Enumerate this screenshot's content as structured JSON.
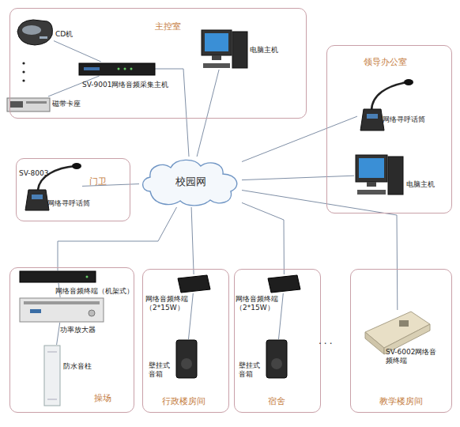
{
  "diagram": {
    "nodes": [
      {
        "text": [
          "主控室"
        ]
      },
      {
        "text": [
          "CD机"
        ],
        "in": 0
      },
      {
        "text": [
          "磁带卡座"
        ],
        "in": 0
      },
      {
        "text": [
          "SV-9001网络音频采集主机"
        ],
        "in": 0
      },
      {
        "text": [
          "电脑主机"
        ],
        "in": 0
      },
      {
        "text": [
          "领导办公室"
        ]
      },
      {
        "text": [
          "网络寻呼话筒"
        ],
        "in": 5
      },
      {
        "text": [
          "电脑主机"
        ],
        "in": 5
      },
      {
        "text": [
          "门卫"
        ]
      },
      {
        "text": [
          "SV-8003",
          "网络寻呼话筒"
        ],
        "in": 8
      },
      {
        "text": [
          "校园网"
        ]
      },
      {
        "text": [
          "操场"
        ]
      },
      {
        "text": [
          "网络音频终端（机架式）"
        ],
        "in": 11
      },
      {
        "text": [
          "功率放大器"
        ],
        "in": 11
      },
      {
        "text": [
          "防水音柱"
        ],
        "in": 11
      },
      {
        "text": [
          "行政楼房间"
        ]
      },
      {
        "text": [
          "网络音频终端（2*15W）"
        ],
        "in": 15
      },
      {
        "text": [
          "壁挂式音箱"
        ],
        "in": 15
      },
      {
        "text": [
          "宿舍"
        ]
      },
      {
        "text": [
          "网络音频终端（2*15W）"
        ],
        "in": 18
      },
      {
        "text": [
          "壁挂式音箱"
        ],
        "in": 18
      },
      {
        "text": [
          "教学楼房间"
        ]
      },
      {
        "text": [
          "SV-6002网络音频终端"
        ],
        "in": 21
      }
    ],
    "edges": [
      {
        "from": 1,
        "to": 3,
        "arrow": "none"
      },
      {
        "from": 2,
        "to": 3,
        "arrow": "none"
      },
      {
        "from": 3,
        "to": 10,
        "arrow": "none"
      },
      {
        "from": 4,
        "to": 10,
        "arrow": "none"
      },
      {
        "from": 6,
        "to": 10,
        "arrow": "none"
      },
      {
        "from": 7,
        "to": 10,
        "arrow": "none"
      },
      {
        "from": 9,
        "to": 10,
        "arrow": "none"
      },
      {
        "from": 12,
        "to": 10,
        "arrow": "none"
      },
      {
        "from": 16,
        "to": 10,
        "arrow": "none"
      },
      {
        "from": 19,
        "to": 10,
        "arrow": "none"
      },
      {
        "from": 22,
        "to": 10,
        "arrow": "none"
      },
      {
        "from": 12,
        "to": 13,
        "arrow": "none"
      },
      {
        "from": 13,
        "to": 14,
        "arrow": "none"
      },
      {
        "from": 16,
        "to": 17,
        "arrow": "none"
      },
      {
        "from": 19,
        "to": 20,
        "arrow": "none"
      }
    ],
    "labels": [
      "..."
    ]
  }
}
